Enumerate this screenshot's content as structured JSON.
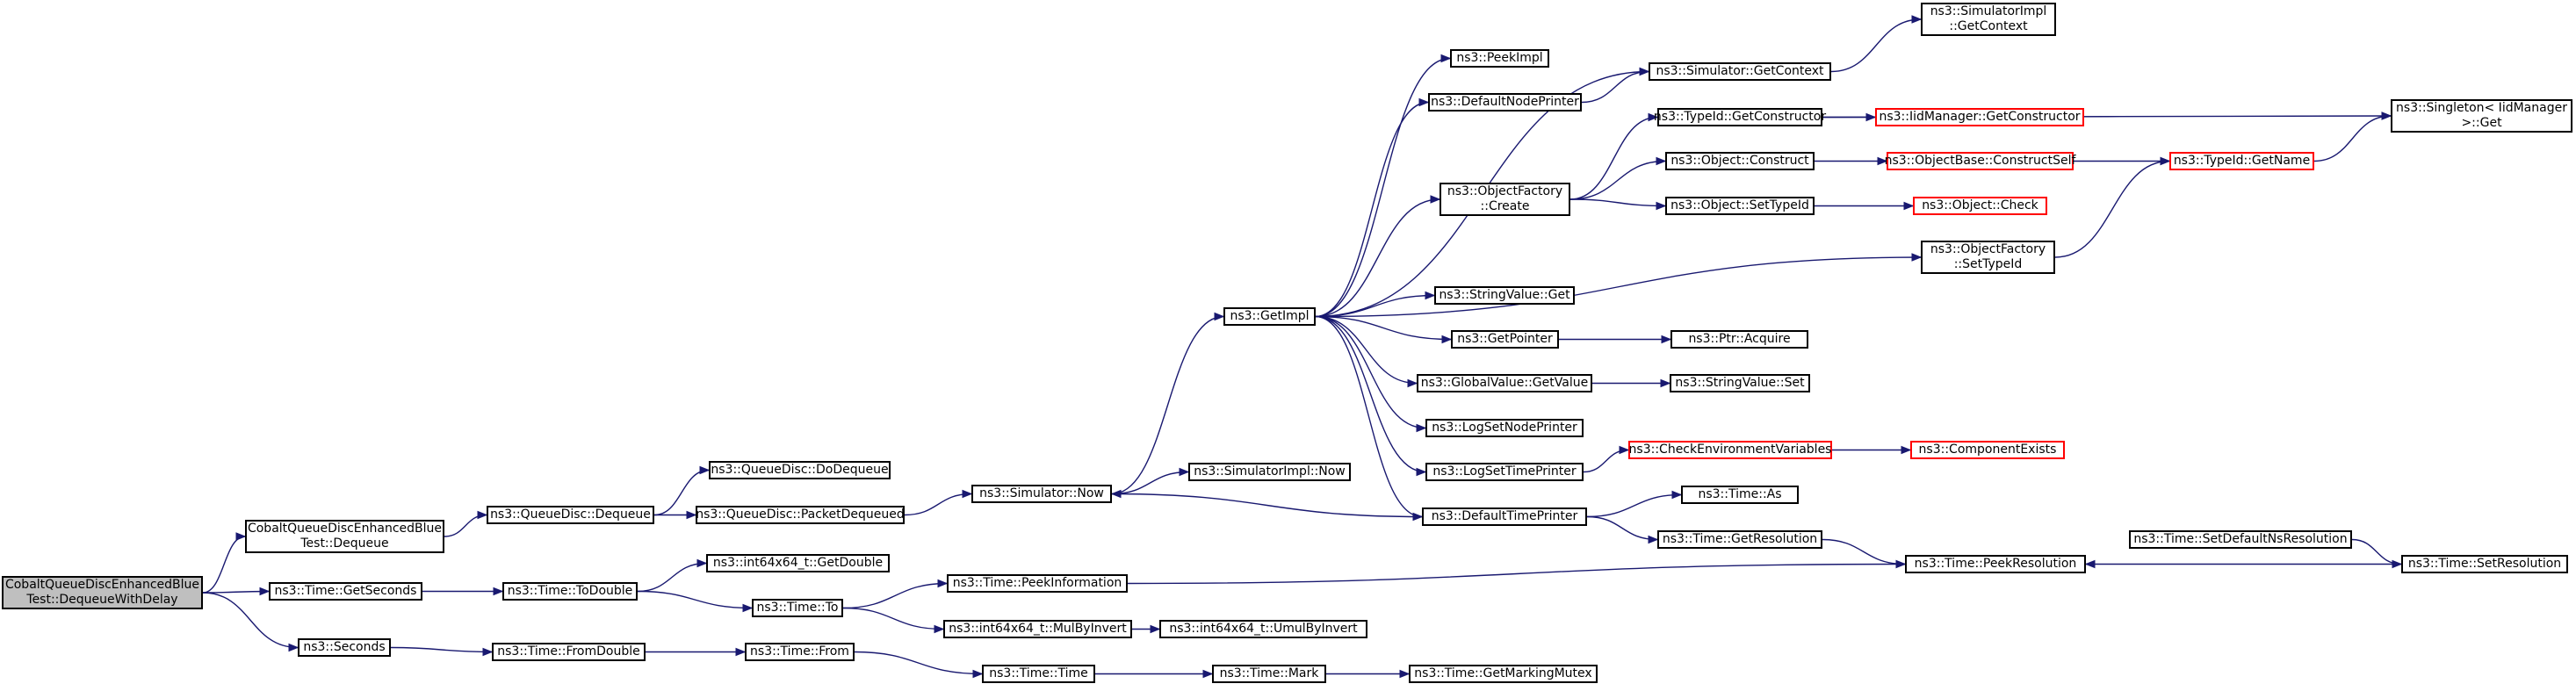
{
  "graph": {
    "edge_color": "#191970",
    "node_border_color": "#000000",
    "truncated_node_border_color": "#ff0000",
    "root_node_fill": "#bfbfbf",
    "nodes": [
      {
        "id": "root",
        "lines": [
          "CobaltQueueDiscEnhancedBlue",
          "Test::DequeueWithDelay"
        ],
        "style": "root"
      },
      {
        "id": "cqdeb_dequeue",
        "lines": [
          "CobaltQueueDiscEnhancedBlue",
          "Test::Dequeue"
        ],
        "style": "normal"
      },
      {
        "id": "time_getseconds",
        "lines": [
          "ns3::Time::GetSeconds"
        ],
        "style": "normal"
      },
      {
        "id": "seconds",
        "lines": [
          "ns3::Seconds"
        ],
        "style": "normal"
      },
      {
        "id": "qd_dequeue",
        "lines": [
          "ns3::QueueDisc::Dequeue"
        ],
        "style": "normal"
      },
      {
        "id": "qd_dodequeue",
        "lines": [
          "ns3::QueueDisc::DoDequeue"
        ],
        "style": "normal"
      },
      {
        "id": "qd_packetdequeued",
        "lines": [
          "ns3::QueueDisc::PacketDequeued"
        ],
        "style": "normal"
      },
      {
        "id": "sim_now",
        "lines": [
          "ns3::Simulator::Now"
        ],
        "style": "normal"
      },
      {
        "id": "simimpl_now",
        "lines": [
          "ns3::SimulatorImpl::Now"
        ],
        "style": "normal"
      },
      {
        "id": "getimpl",
        "lines": [
          "ns3::GetImpl"
        ],
        "style": "normal"
      },
      {
        "id": "time_todouble",
        "lines": [
          "ns3::Time::ToDouble"
        ],
        "style": "normal"
      },
      {
        "id": "int64_getdouble",
        "lines": [
          "ns3::int64x64_t::GetDouble"
        ],
        "style": "normal"
      },
      {
        "id": "time_to",
        "lines": [
          "ns3::Time::To"
        ],
        "style": "normal"
      },
      {
        "id": "time_peekinfo",
        "lines": [
          "ns3::Time::PeekInformation"
        ],
        "style": "normal"
      },
      {
        "id": "int64_mulbyinvert",
        "lines": [
          "ns3::int64x64_t::MulByInvert"
        ],
        "style": "normal"
      },
      {
        "id": "int64_umulbyinvert",
        "lines": [
          "ns3::int64x64_t::UmulByInvert"
        ],
        "style": "normal"
      },
      {
        "id": "time_fromdouble",
        "lines": [
          "ns3::Time::FromDouble"
        ],
        "style": "normal"
      },
      {
        "id": "time_from",
        "lines": [
          "ns3::Time::From"
        ],
        "style": "normal"
      },
      {
        "id": "time_time",
        "lines": [
          "ns3::Time::Time"
        ],
        "style": "normal"
      },
      {
        "id": "time_mark",
        "lines": [
          "ns3::Time::Mark"
        ],
        "style": "normal"
      },
      {
        "id": "time_getmarkingmutex",
        "lines": [
          "ns3::Time::GetMarkingMutex"
        ],
        "style": "normal"
      },
      {
        "id": "peekimpl",
        "lines": [
          "ns3::PeekImpl"
        ],
        "style": "normal"
      },
      {
        "id": "defaultnodeprinter",
        "lines": [
          "ns3::DefaultNodePrinter"
        ],
        "style": "normal"
      },
      {
        "id": "objfactory_create",
        "lines": [
          "ns3::ObjectFactory",
          "::Create"
        ],
        "style": "normal"
      },
      {
        "id": "stringvalue_get",
        "lines": [
          "ns3::StringValue::Get"
        ],
        "style": "normal"
      },
      {
        "id": "getpointer",
        "lines": [
          "ns3::GetPointer"
        ],
        "style": "normal"
      },
      {
        "id": "globalvalue_getvalue",
        "lines": [
          "ns3::GlobalValue::GetValue"
        ],
        "style": "normal"
      },
      {
        "id": "logsetnodeprinter",
        "lines": [
          "ns3::LogSetNodePrinter"
        ],
        "style": "normal"
      },
      {
        "id": "logsettimeprinter",
        "lines": [
          "ns3::LogSetTimePrinter"
        ],
        "style": "normal"
      },
      {
        "id": "defaulttimeprinter",
        "lines": [
          "ns3::DefaultTimePrinter"
        ],
        "style": "normal"
      },
      {
        "id": "sim_getcontext",
        "lines": [
          "ns3::Simulator::GetContext"
        ],
        "style": "normal"
      },
      {
        "id": "simimpl_getcontext",
        "lines": [
          "ns3::SimulatorImpl",
          "::GetContext"
        ],
        "style": "normal"
      },
      {
        "id": "typeid_getconstructor",
        "lines": [
          "ns3::TypeId::GetConstructor"
        ],
        "style": "normal"
      },
      {
        "id": "iidmanager_getconstructor",
        "lines": [
          "ns3::IidManager::GetConstructor"
        ],
        "style": "red"
      },
      {
        "id": "object_construct",
        "lines": [
          "ns3::Object::Construct"
        ],
        "style": "normal"
      },
      {
        "id": "objectbase_constructself",
        "lines": [
          "ns3::ObjectBase::ConstructSelf"
        ],
        "style": "red"
      },
      {
        "id": "typeid_getname",
        "lines": [
          "ns3::TypeId::GetName"
        ],
        "style": "red"
      },
      {
        "id": "object_settypeid",
        "lines": [
          "ns3::Object::SetTypeId"
        ],
        "style": "normal"
      },
      {
        "id": "object_check",
        "lines": [
          "ns3::Object::Check"
        ],
        "style": "red"
      },
      {
        "id": "objfactory_settypeid",
        "lines": [
          "ns3::ObjectFactory",
          "::SetTypeId"
        ],
        "style": "normal"
      },
      {
        "id": "singleton_get",
        "lines": [
          "ns3::Singleton< IidManager",
          ">::Get"
        ],
        "style": "normal"
      },
      {
        "id": "ptr_acquire",
        "lines": [
          "ns3::Ptr::Acquire"
        ],
        "style": "normal"
      },
      {
        "id": "stringvalue_set",
        "lines": [
          "ns3::StringValue::Set"
        ],
        "style": "normal"
      },
      {
        "id": "checkenvvars",
        "lines": [
          "ns3::CheckEnvironmentVariables"
        ],
        "style": "red"
      },
      {
        "id": "componentexists",
        "lines": [
          "ns3::ComponentExists"
        ],
        "style": "red"
      },
      {
        "id": "time_as",
        "lines": [
          "ns3::Time::As"
        ],
        "style": "normal"
      },
      {
        "id": "time_getresolution",
        "lines": [
          "ns3::Time::GetResolution"
        ],
        "style": "normal"
      },
      {
        "id": "time_peekresolution",
        "lines": [
          "ns3::Time::PeekResolution"
        ],
        "style": "normal"
      },
      {
        "id": "time_setdefaultnsres",
        "lines": [
          "ns3::Time::SetDefaultNsResolution"
        ],
        "style": "normal"
      },
      {
        "id": "time_setresolution",
        "lines": [
          "ns3::Time::SetResolution"
        ],
        "style": "normal"
      }
    ],
    "edges": [
      [
        "root",
        "cqdeb_dequeue"
      ],
      [
        "root",
        "time_getseconds"
      ],
      [
        "root",
        "seconds"
      ],
      [
        "cqdeb_dequeue",
        "qd_dequeue"
      ],
      [
        "qd_dequeue",
        "qd_dodequeue"
      ],
      [
        "qd_dequeue",
        "qd_packetdequeued"
      ],
      [
        "qd_packetdequeued",
        "sim_now"
      ],
      [
        "sim_now",
        "getimpl"
      ],
      [
        "sim_now",
        "simimpl_now"
      ],
      [
        "time_getseconds",
        "time_todouble"
      ],
      [
        "time_todouble",
        "int64_getdouble"
      ],
      [
        "time_todouble",
        "time_to"
      ],
      [
        "time_to",
        "time_peekinfo"
      ],
      [
        "time_to",
        "int64_mulbyinvert"
      ],
      [
        "int64_mulbyinvert",
        "int64_umulbyinvert"
      ],
      [
        "time_peekinfo",
        "time_peekresolution"
      ],
      [
        "seconds",
        "time_fromdouble"
      ],
      [
        "time_fromdouble",
        "time_from"
      ],
      [
        "time_from",
        "time_time"
      ],
      [
        "time_time",
        "time_mark"
      ],
      [
        "time_mark",
        "time_getmarkingmutex"
      ],
      [
        "getimpl",
        "peekimpl"
      ],
      [
        "getimpl",
        "defaultnodeprinter"
      ],
      [
        "getimpl",
        "sim_getcontext"
      ],
      [
        "getimpl",
        "objfactory_create"
      ],
      [
        "getimpl",
        "objfactory_settypeid"
      ],
      [
        "getimpl",
        "stringvalue_get"
      ],
      [
        "getimpl",
        "getpointer"
      ],
      [
        "getimpl",
        "globalvalue_getvalue"
      ],
      [
        "getimpl",
        "logsetnodeprinter"
      ],
      [
        "getimpl",
        "logsettimeprinter"
      ],
      [
        "getimpl",
        "defaulttimeprinter"
      ],
      [
        "defaultnodeprinter",
        "sim_getcontext"
      ],
      [
        "sim_getcontext",
        "simimpl_getcontext"
      ],
      [
        "objfactory_create",
        "typeid_getconstructor"
      ],
      [
        "objfactory_create",
        "object_construct"
      ],
      [
        "objfactory_create",
        "object_settypeid"
      ],
      [
        "typeid_getconstructor",
        "iidmanager_getconstructor"
      ],
      [
        "typeid_getconstructor",
        "singleton_get"
      ],
      [
        "object_construct",
        "objectbase_constructself"
      ],
      [
        "objectbase_constructself",
        "typeid_getname"
      ],
      [
        "object_settypeid",
        "object_check"
      ],
      [
        "objfactory_settypeid",
        "typeid_getname"
      ],
      [
        "typeid_getname",
        "singleton_get"
      ],
      [
        "getpointer",
        "ptr_acquire"
      ],
      [
        "globalvalue_getvalue",
        "stringvalue_set"
      ],
      [
        "logsettimeprinter",
        "checkenvvars"
      ],
      [
        "checkenvvars",
        "componentexists"
      ],
      [
        "defaulttimeprinter",
        "sim_now"
      ],
      [
        "defaulttimeprinter",
        "time_as"
      ],
      [
        "defaulttimeprinter",
        "time_getresolution"
      ],
      [
        "time_getresolution",
        "time_peekresolution"
      ],
      [
        "time_setdefaultnsres",
        "time_setresolution"
      ],
      [
        "time_setresolution",
        "time_peekresolution"
      ]
    ]
  }
}
